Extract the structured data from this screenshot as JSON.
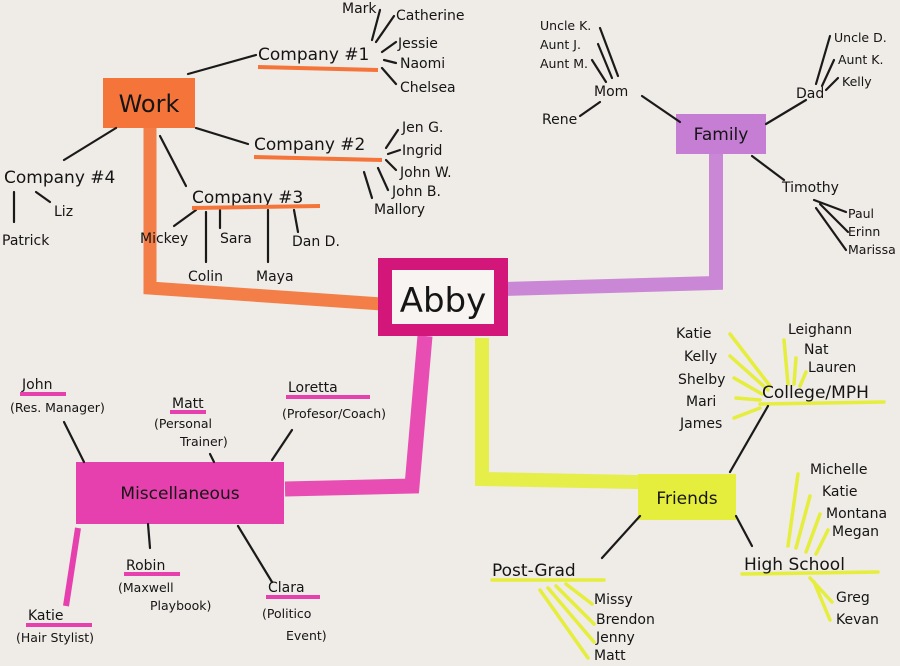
{
  "colors": {
    "center": "#d3167a",
    "work": "#f4743a",
    "family": "#c57ed4",
    "misc": "#e63fae",
    "friends": "#e5ee3c",
    "paper": "#efebe6"
  },
  "center": {
    "label": "Abby"
  },
  "work": {
    "label": "Work",
    "company1": {
      "label": "Company #1",
      "people": [
        "Mark",
        "Catherine",
        "Jessie",
        "Naomi",
        "Chelsea"
      ]
    },
    "company2": {
      "label": "Company #2",
      "people": [
        "Jen G.",
        "Ingrid",
        "John W.",
        "John B.",
        "Mallory"
      ]
    },
    "company3": {
      "label": "Company #3",
      "people": [
        "Mickey",
        "Sara",
        "Dan D.",
        "Colin",
        "Maya"
      ]
    },
    "company4": {
      "label": "Company #4",
      "people": [
        "Patrick",
        "Liz"
      ]
    }
  },
  "family": {
    "label": "Family",
    "mom": {
      "label": "Mom",
      "people": [
        "Uncle K.",
        "Aunt J.",
        "Aunt M.",
        "Rene"
      ]
    },
    "dad": {
      "label": "Dad",
      "people": [
        "Uncle D.",
        "Aunt K.",
        "Kelly"
      ]
    },
    "timothy": {
      "label": "Timothy",
      "people": [
        "Paul",
        "Erinn",
        "Marissa"
      ]
    }
  },
  "misc": {
    "label": "Miscellaneous",
    "john": {
      "name": "John",
      "role": "(Res. Manager)"
    },
    "matt": {
      "name": "Matt",
      "role1": "(Personal",
      "role2": "Trainer)"
    },
    "loretta": {
      "name": "Loretta",
      "role": "(Profesor/Coach)"
    },
    "katie": {
      "name": "Katie",
      "role": "(Hair Stylist)"
    },
    "robin": {
      "name": "Robin",
      "role1": "(Maxwell",
      "role2": "Playbook)"
    },
    "clara": {
      "name": "Clara",
      "role1": "(Politico",
      "role2": "Event)"
    }
  },
  "friends": {
    "label": "Friends",
    "college": {
      "label": "College/MPH",
      "left": [
        "Katie",
        "Kelly",
        "Shelby",
        "Mari",
        "James"
      ],
      "right": [
        "Leighann",
        "Nat",
        "Lauren"
      ]
    },
    "highschool": {
      "label": "High School",
      "top": [
        "Michelle",
        "Katie",
        "Montana",
        "Megan"
      ],
      "bottom": [
        "Greg",
        "Kevan"
      ]
    },
    "postgrad": {
      "label": "Post-Grad",
      "people": [
        "Missy",
        "Brendon",
        "Jenny",
        "Matt"
      ]
    }
  }
}
